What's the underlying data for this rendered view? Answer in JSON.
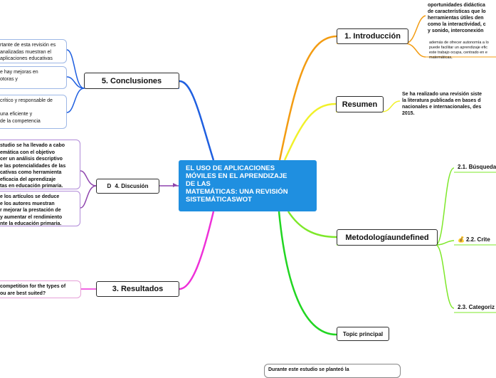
{
  "central": {
    "lines": [
      "EL USO DE APLICACIONES",
      "MÓVILES EN EL APRENDIZAJE",
      "DE LAS",
      "MATEMÁTICAS: UNA REVISIÓN",
      "SISTEMÁTICASWOT"
    ]
  },
  "branches": {
    "intro": "1. Introducción",
    "resumen": "Resumen",
    "metodologia": "Metodologíaundefined",
    "topic": "Topic principal",
    "conclusiones": "5. Conclusiones",
    "discusion": {
      "icon": "D",
      "label": "4. Discusión"
    },
    "resultados": "3. Resultados"
  },
  "intro_notes": {
    "bold_lines": [
      "oportunidades didáctica",
      "de características que lo",
      "herramientas útiles den",
      "como la interactividad, c",
      "y sonido, interconexión"
    ],
    "small_lines": [
      "además de ofrecer autonomía a lo",
      "puede facilitar un aprendizaje efic",
      "este trabajo  ocupa, centrado en e",
      "matemáticas,"
    ]
  },
  "resumen_note": {
    "lines": [
      "Se ha realizado una revisión siste",
      "la literatura publicada en bases d",
      "nacionales e internacionales, des",
      "2015."
    ]
  },
  "metodologia_subs": {
    "s1": "2.1. Búsqueda",
    "s2": {
      "icon": "money-bag",
      "label": "2.2. Crite"
    },
    "s3": "2.3. Categoriz"
  },
  "conclusion_notes": {
    "n1": [
      "rtante de esta revisión es",
      "analizadas muestran el",
      "aplicaciones educativas"
    ],
    "n2": [
      "e hay mejoras en",
      "otoras y"
    ],
    "n3": [
      "crítico y responsable de",
      "",
      "una eficiente y",
      "de la competencia"
    ]
  },
  "discusion_notes": {
    "n1": [
      "studio se ha llevado a cabo",
      "emática con el objetivo",
      "cer un análisis descriptivo",
      "e las potencialidades de las",
      "cativas como herramienta",
      "eficacia del aprendizaje",
      "tas en educación primaria."
    ],
    "n2": [
      "e los artículos se deduce",
      "e los autores muestran",
      "r mejorar la prestación de",
      "y aumentar el rendimiento",
      "nte la educación primaria."
    ]
  },
  "resultados_note": {
    "lines": [
      "competition for the types of",
      "ou are best suited?"
    ]
  },
  "bottom_note": "Durante este estudio se planteó la",
  "colors": {
    "intro": "#f39c12",
    "resumen": "#f1f12a",
    "metodologia": "#7ee82a",
    "topic": "#22d622",
    "conclusiones": "#1f5fe0",
    "discusion": "#8e44ad",
    "resultados": "#ee30d8",
    "central": "#1f8fe0"
  }
}
